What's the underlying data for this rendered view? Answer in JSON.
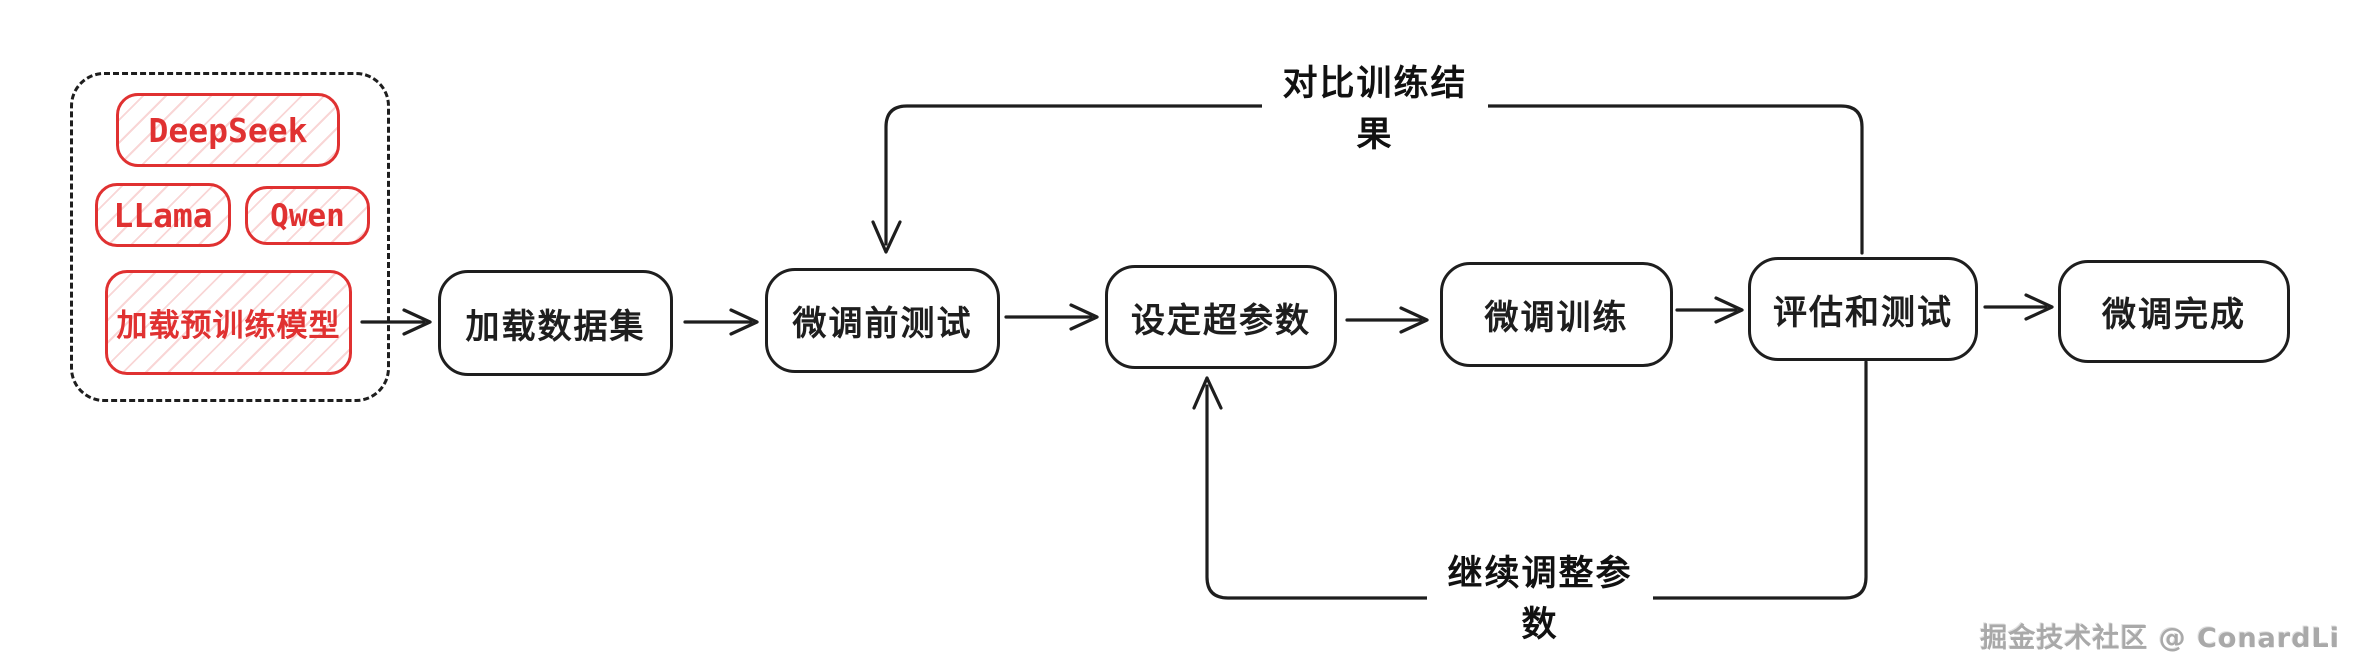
{
  "model_group": {
    "models": [
      "DeepSeek",
      "LLama",
      "Qwen"
    ],
    "pretrained_label": "加载预训练模型"
  },
  "flow_nodes": [
    "加载数据集",
    "微调前测试",
    "设定超参数",
    "微调训练",
    "评估和测试",
    "微调完成"
  ],
  "feedback_labels": {
    "compare_results": "对比训练结果",
    "adjust_params": "继续调整参数"
  },
  "watermark": "掘金技术社区 @ ConardLi",
  "colors": {
    "accent_red": "#e03131",
    "ink": "#1e1e1e",
    "watermark_gray": "#a9a9a9"
  }
}
